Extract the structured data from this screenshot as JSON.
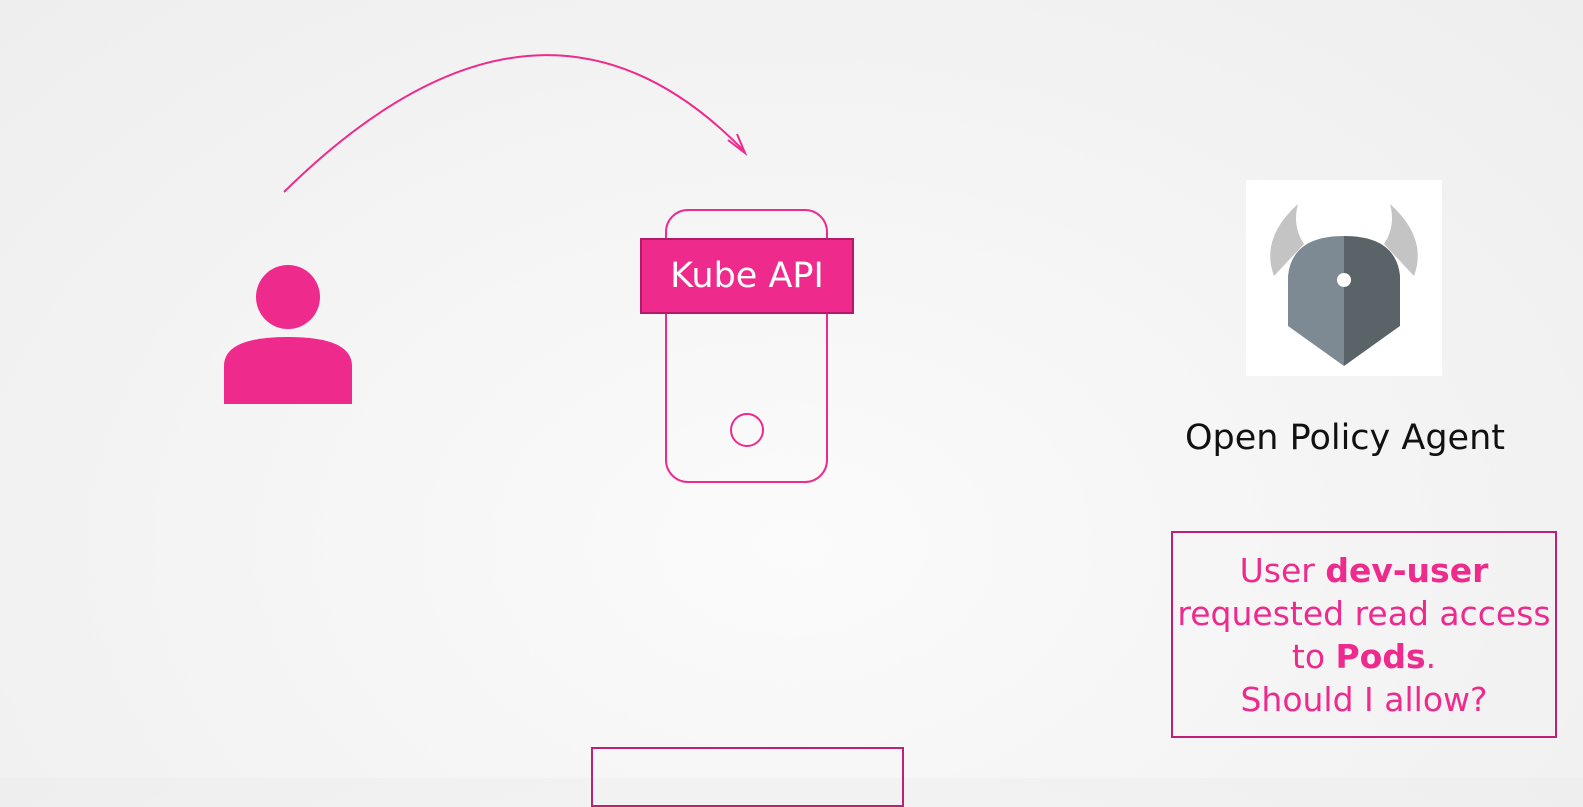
{
  "kube_api": {
    "label": "Kube API"
  },
  "opa": {
    "label": "Open Policy Agent",
    "icon": "opa-viking-helmet-icon"
  },
  "user": {
    "icon": "user-icon"
  },
  "message": {
    "prefix": "User ",
    "user_name": "dev-user",
    "middle": "requested read access to ",
    "resource": "Pods",
    "suffix": ".",
    "question": "Should I allow?"
  },
  "colors": {
    "accent": "#ee2a8d",
    "accent_border": "#c01f77",
    "helmet_light": "#7e8a93",
    "helmet_dark": "#5a6368",
    "horn": "#c4c4c4"
  }
}
